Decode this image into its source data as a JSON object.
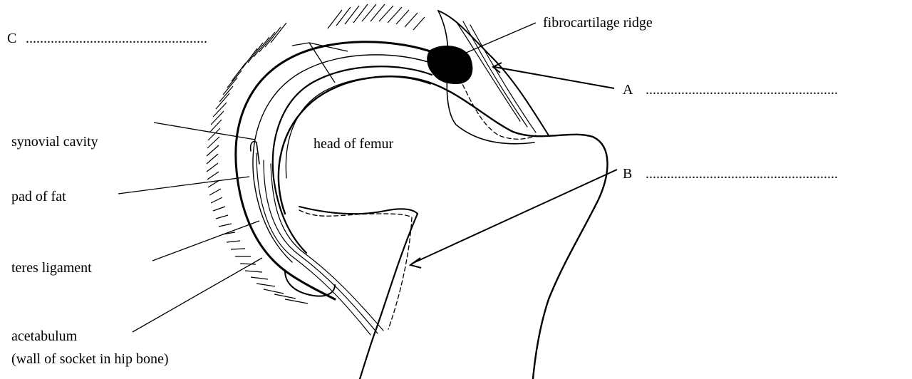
{
  "labels": {
    "fibrocartilage_ridge": "fibrocartilage ridge",
    "head_of_femur": "head of femur",
    "synovial_cavity": "synovial cavity",
    "pad_of_fat": "pad of fat",
    "teres_ligament": "teres ligament",
    "acetabulum": "acetabulum",
    "acetabulum_note": "(wall of socket in hip bone)"
  },
  "answer_prompts": {
    "a_letter": "A",
    "a_blank": "......................................................",
    "b_letter": "B",
    "b_blank": "......................................................",
    "c_letter": "C",
    "c_blank": "..................................................."
  },
  "colors": {
    "ink": "#000000",
    "background": "#ffffff"
  }
}
